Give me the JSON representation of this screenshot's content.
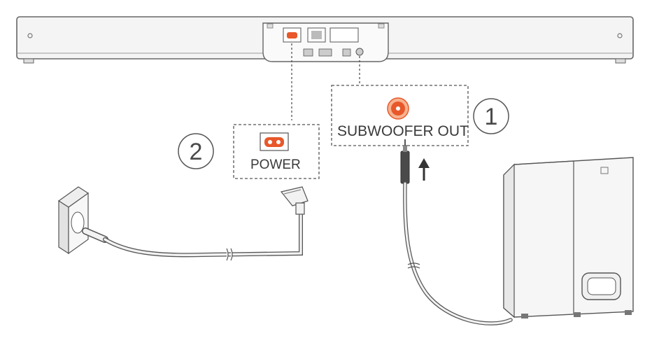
{
  "steps": {
    "step1": {
      "number": "1",
      "label": "SUBWOOFER OUT"
    },
    "step2": {
      "number": "2",
      "label": "POWER"
    }
  },
  "colors": {
    "accent": "#e8582a",
    "line": "#555555",
    "soundbar": "#f4f4f4",
    "subwoofer": "#f6f6f6"
  },
  "icons": {
    "subwoofer_port": "rca-jack-icon",
    "power_port": "figure-8-power-socket-icon",
    "arrow": "arrow-up-icon"
  }
}
